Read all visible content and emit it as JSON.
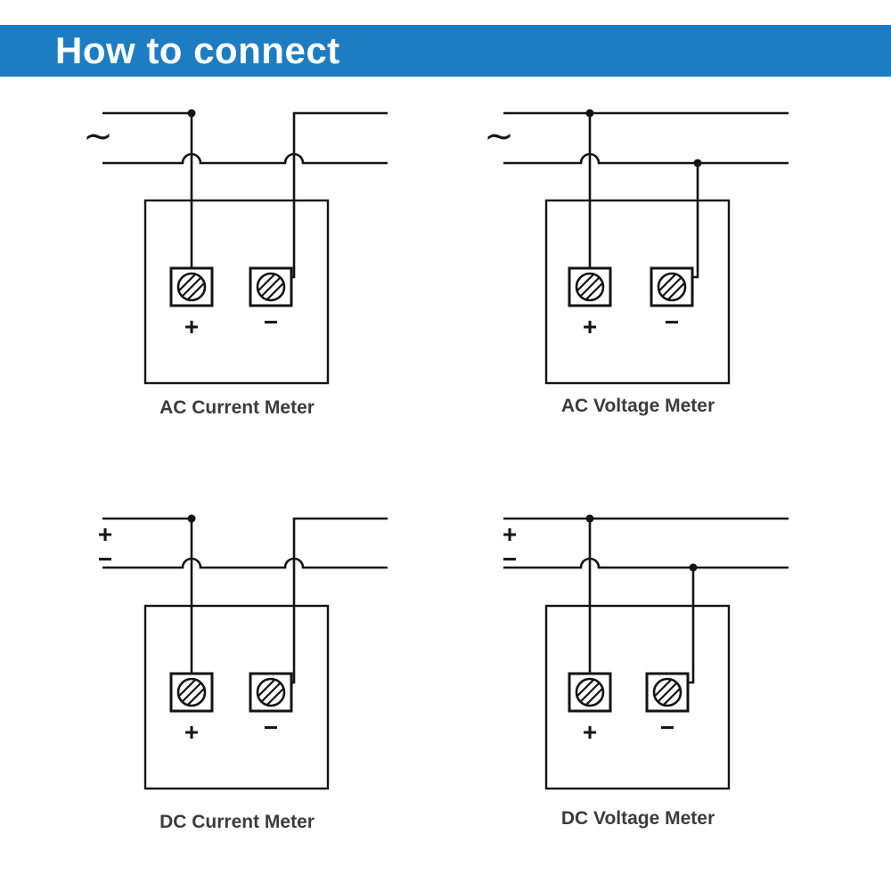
{
  "header": {
    "title": "How to connect"
  },
  "colors": {
    "header_bg": "#1d7dc2",
    "header_text": "#ffffff",
    "wire": "#141414",
    "caption": "#3c3c3c"
  },
  "diagrams": {
    "ac_current": {
      "caption": "AC Current Meter",
      "source": "~",
      "positive": "+",
      "negative": "−"
    },
    "ac_voltage": {
      "caption": "AC Voltage Meter",
      "source": "~",
      "positive": "+",
      "negative": "−"
    },
    "dc_current": {
      "caption": "DC Current Meter",
      "source_positive": "+",
      "source_negative": "−",
      "positive": "+",
      "negative": "−"
    },
    "dc_voltage": {
      "caption": "DC Voltage Meter",
      "source_positive": "+",
      "source_negative": "−",
      "positive": "+",
      "negative": "−"
    }
  }
}
